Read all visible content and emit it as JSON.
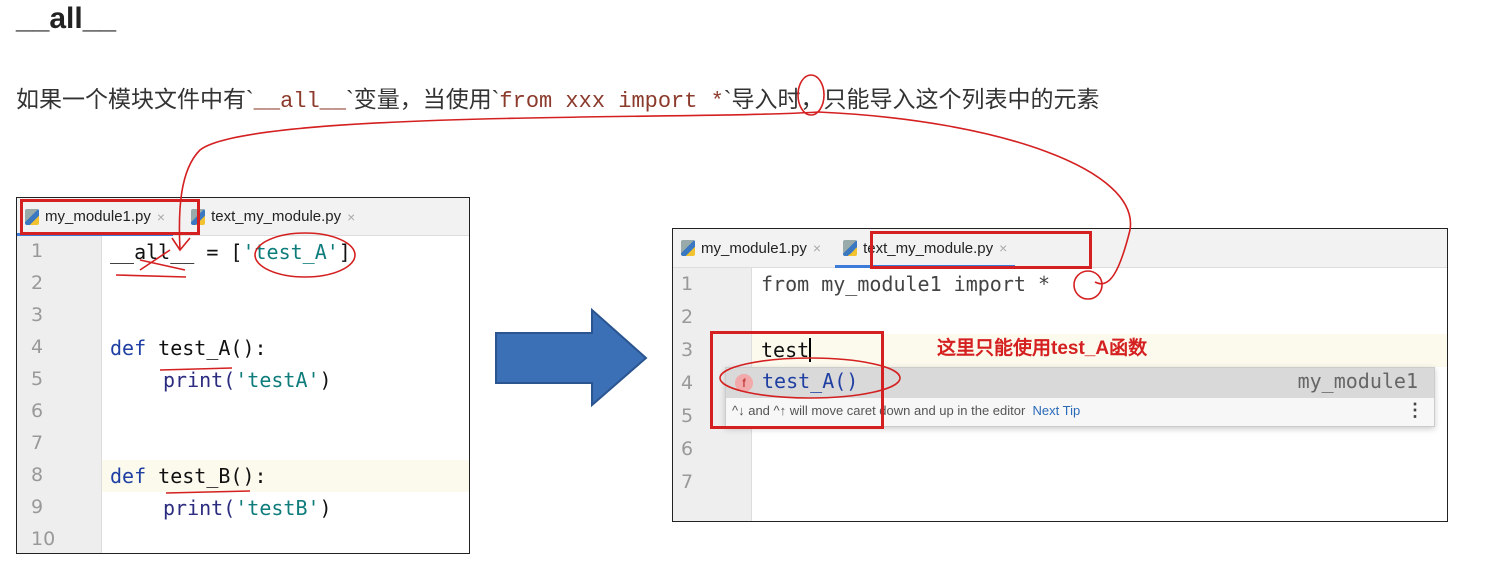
{
  "title": "__all__",
  "description": {
    "before": "如果一个模块文件中有`",
    "var": "__all__",
    "mid": "`变量，当使用`",
    "stmt": "from xxx import *",
    "after": "`导入时，只能导入这个列表中的元素"
  },
  "left_editor": {
    "tabs": [
      {
        "label": "my_module1.py",
        "active": true
      },
      {
        "label": "text_my_module.py",
        "active": false
      }
    ],
    "close_glyph": "×",
    "line_numbers": [
      "1",
      "2",
      "3",
      "4",
      "5",
      "6",
      "7",
      "8",
      "9",
      "10"
    ],
    "lines": {
      "l1a": "__all__ = [",
      "l1s": "'test_A'",
      "l1b": "]",
      "def": "def ",
      "fa": "test_A():",
      "print": "print(",
      "sa": "'testA'",
      "close": ")",
      "fb": "test_B():",
      "sb": "'testB'"
    }
  },
  "right_editor": {
    "tabs": [
      {
        "label": "my_module1.py",
        "active": false
      },
      {
        "label": "text_my_module.py",
        "active": true
      }
    ],
    "line_numbers": [
      "1",
      "2",
      "3",
      "4",
      "5",
      "6",
      "7"
    ],
    "line1": "from my_module1 import *",
    "line3": "test",
    "annotation": "这里只能使用test_A函数",
    "completion": {
      "icon": "f",
      "name": "test_A()",
      "module": "my_module1",
      "hint": "^↓ and ^↑ will move caret down and up in the editor",
      "next_tip": "Next Tip",
      "menu": "⋮"
    }
  },
  "colors": {
    "arrow": "#3b6fb6",
    "annotation": "#d42020"
  }
}
